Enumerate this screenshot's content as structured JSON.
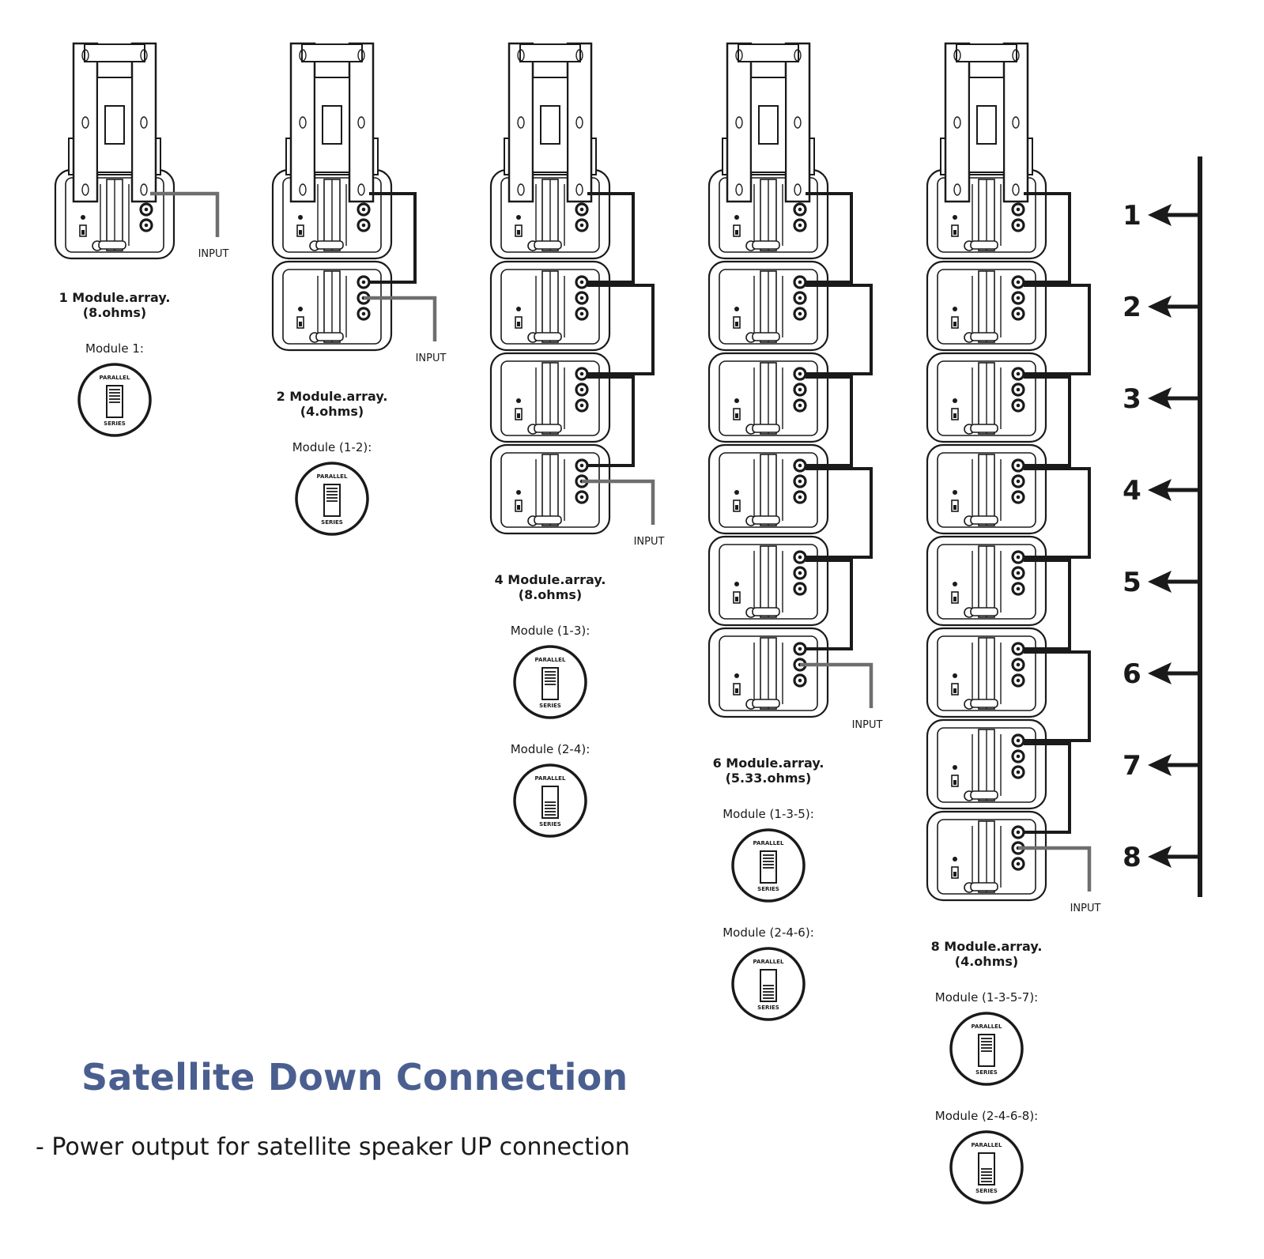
{
  "title": "Satellite Down Connection",
  "subtitle": "- Power output for satellite speaker UP connection",
  "input_label": "INPUT",
  "switch_labels": {
    "top": "PARALLEL",
    "bottom": "SERIES"
  },
  "arrays": [
    {
      "modules": 1,
      "title": "1 Module.array.",
      "impedance": "(8.ohms)",
      "switch_groups": [
        {
          "label": "Module 1:",
          "setting": "parallel"
        }
      ]
    },
    {
      "modules": 2,
      "title": "2 Module.array.",
      "impedance": "(4.ohms)",
      "switch_groups": [
        {
          "label": "Module (1-2):",
          "setting": "parallel"
        }
      ]
    },
    {
      "modules": 4,
      "title": "4 Module.array.",
      "impedance": "(8.ohms)",
      "switch_groups": [
        {
          "label": "Module (1-3):",
          "setting": "parallel"
        },
        {
          "label": "Module (2-4):",
          "setting": "series"
        }
      ]
    },
    {
      "modules": 6,
      "title": "6 Module.array.",
      "impedance": "(5.33.ohms)",
      "switch_groups": [
        {
          "label": "Module (1-3-5):",
          "setting": "parallel"
        },
        {
          "label": "Module (2-4-6):",
          "setting": "series"
        }
      ]
    },
    {
      "modules": 8,
      "title": "8 Module.array.",
      "impedance": "(4.ohms)",
      "switch_groups": [
        {
          "label": "Module (1-3-5-7):",
          "setting": "parallel"
        },
        {
          "label": "Module (2-4-6-8):",
          "setting": "series"
        }
      ]
    }
  ],
  "module_numbers": [
    "1",
    "2",
    "3",
    "4",
    "5",
    "6",
    "7",
    "8"
  ],
  "colors": {
    "title": "#4a5f8f",
    "ink": "#1a1a1a",
    "input_wire": "#6e6e6e"
  }
}
